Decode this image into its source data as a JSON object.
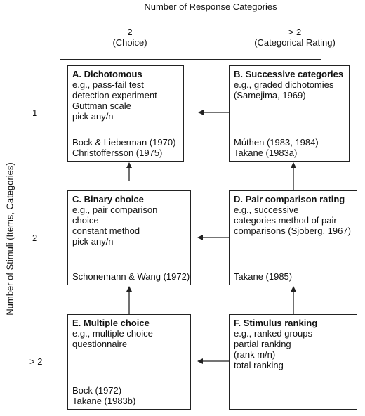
{
  "axes": {
    "top_title": "Number of Response Categories",
    "col1_label": [
      "2",
      "(Choice)"
    ],
    "col2_label": [
      "> 2",
      "(Categorical Rating)"
    ],
    "left_title": "Number of Stimuli (Items, Categories)",
    "row1_label": "1",
    "row2_label": "2",
    "row3_label": "> 2"
  },
  "boxes": {
    "A": {
      "title": "A. Dichotomous",
      "lines": [
        "e.g., pass-fail test",
        "detection experiment",
        "Guttman scale",
        "pick any/n"
      ],
      "refs": [
        "Bock & Lieberman (1970)",
        "Christoffersson (1975)"
      ]
    },
    "B": {
      "title": "B. Successive categories",
      "lines": [
        "e.g., graded dichotomies",
        "(Samejima, 1969)"
      ],
      "refs": [
        "Múthen (1983, 1984)",
        "Takane (1983a)"
      ]
    },
    "C": {
      "title": "C. Binary choice",
      "lines": [
        "e.g., pair comparison",
        "choice",
        "constant method",
        "pick any/n"
      ],
      "refs": [
        "Schonemann & Wang (1972)"
      ]
    },
    "D": {
      "title": "D. Pair comparison rating",
      "lines": [
        "e.g., successive",
        "categories method of pair",
        "comparisons (Sjoberg, 1967)"
      ],
      "refs": [
        "Takane (1985)"
      ]
    },
    "E": {
      "title": "E. Multiple choice",
      "lines": [
        "e.g., multiple choice",
        "questionnaire"
      ],
      "refs": [
        "Bock (1972)",
        "Takane (1983b)"
      ]
    },
    "F": {
      "title": "F. Stimulus ranking",
      "lines": [
        "e.g., ranked groups",
        "partial ranking",
        "(rank m/n)",
        "total ranking"
      ],
      "refs": []
    }
  }
}
